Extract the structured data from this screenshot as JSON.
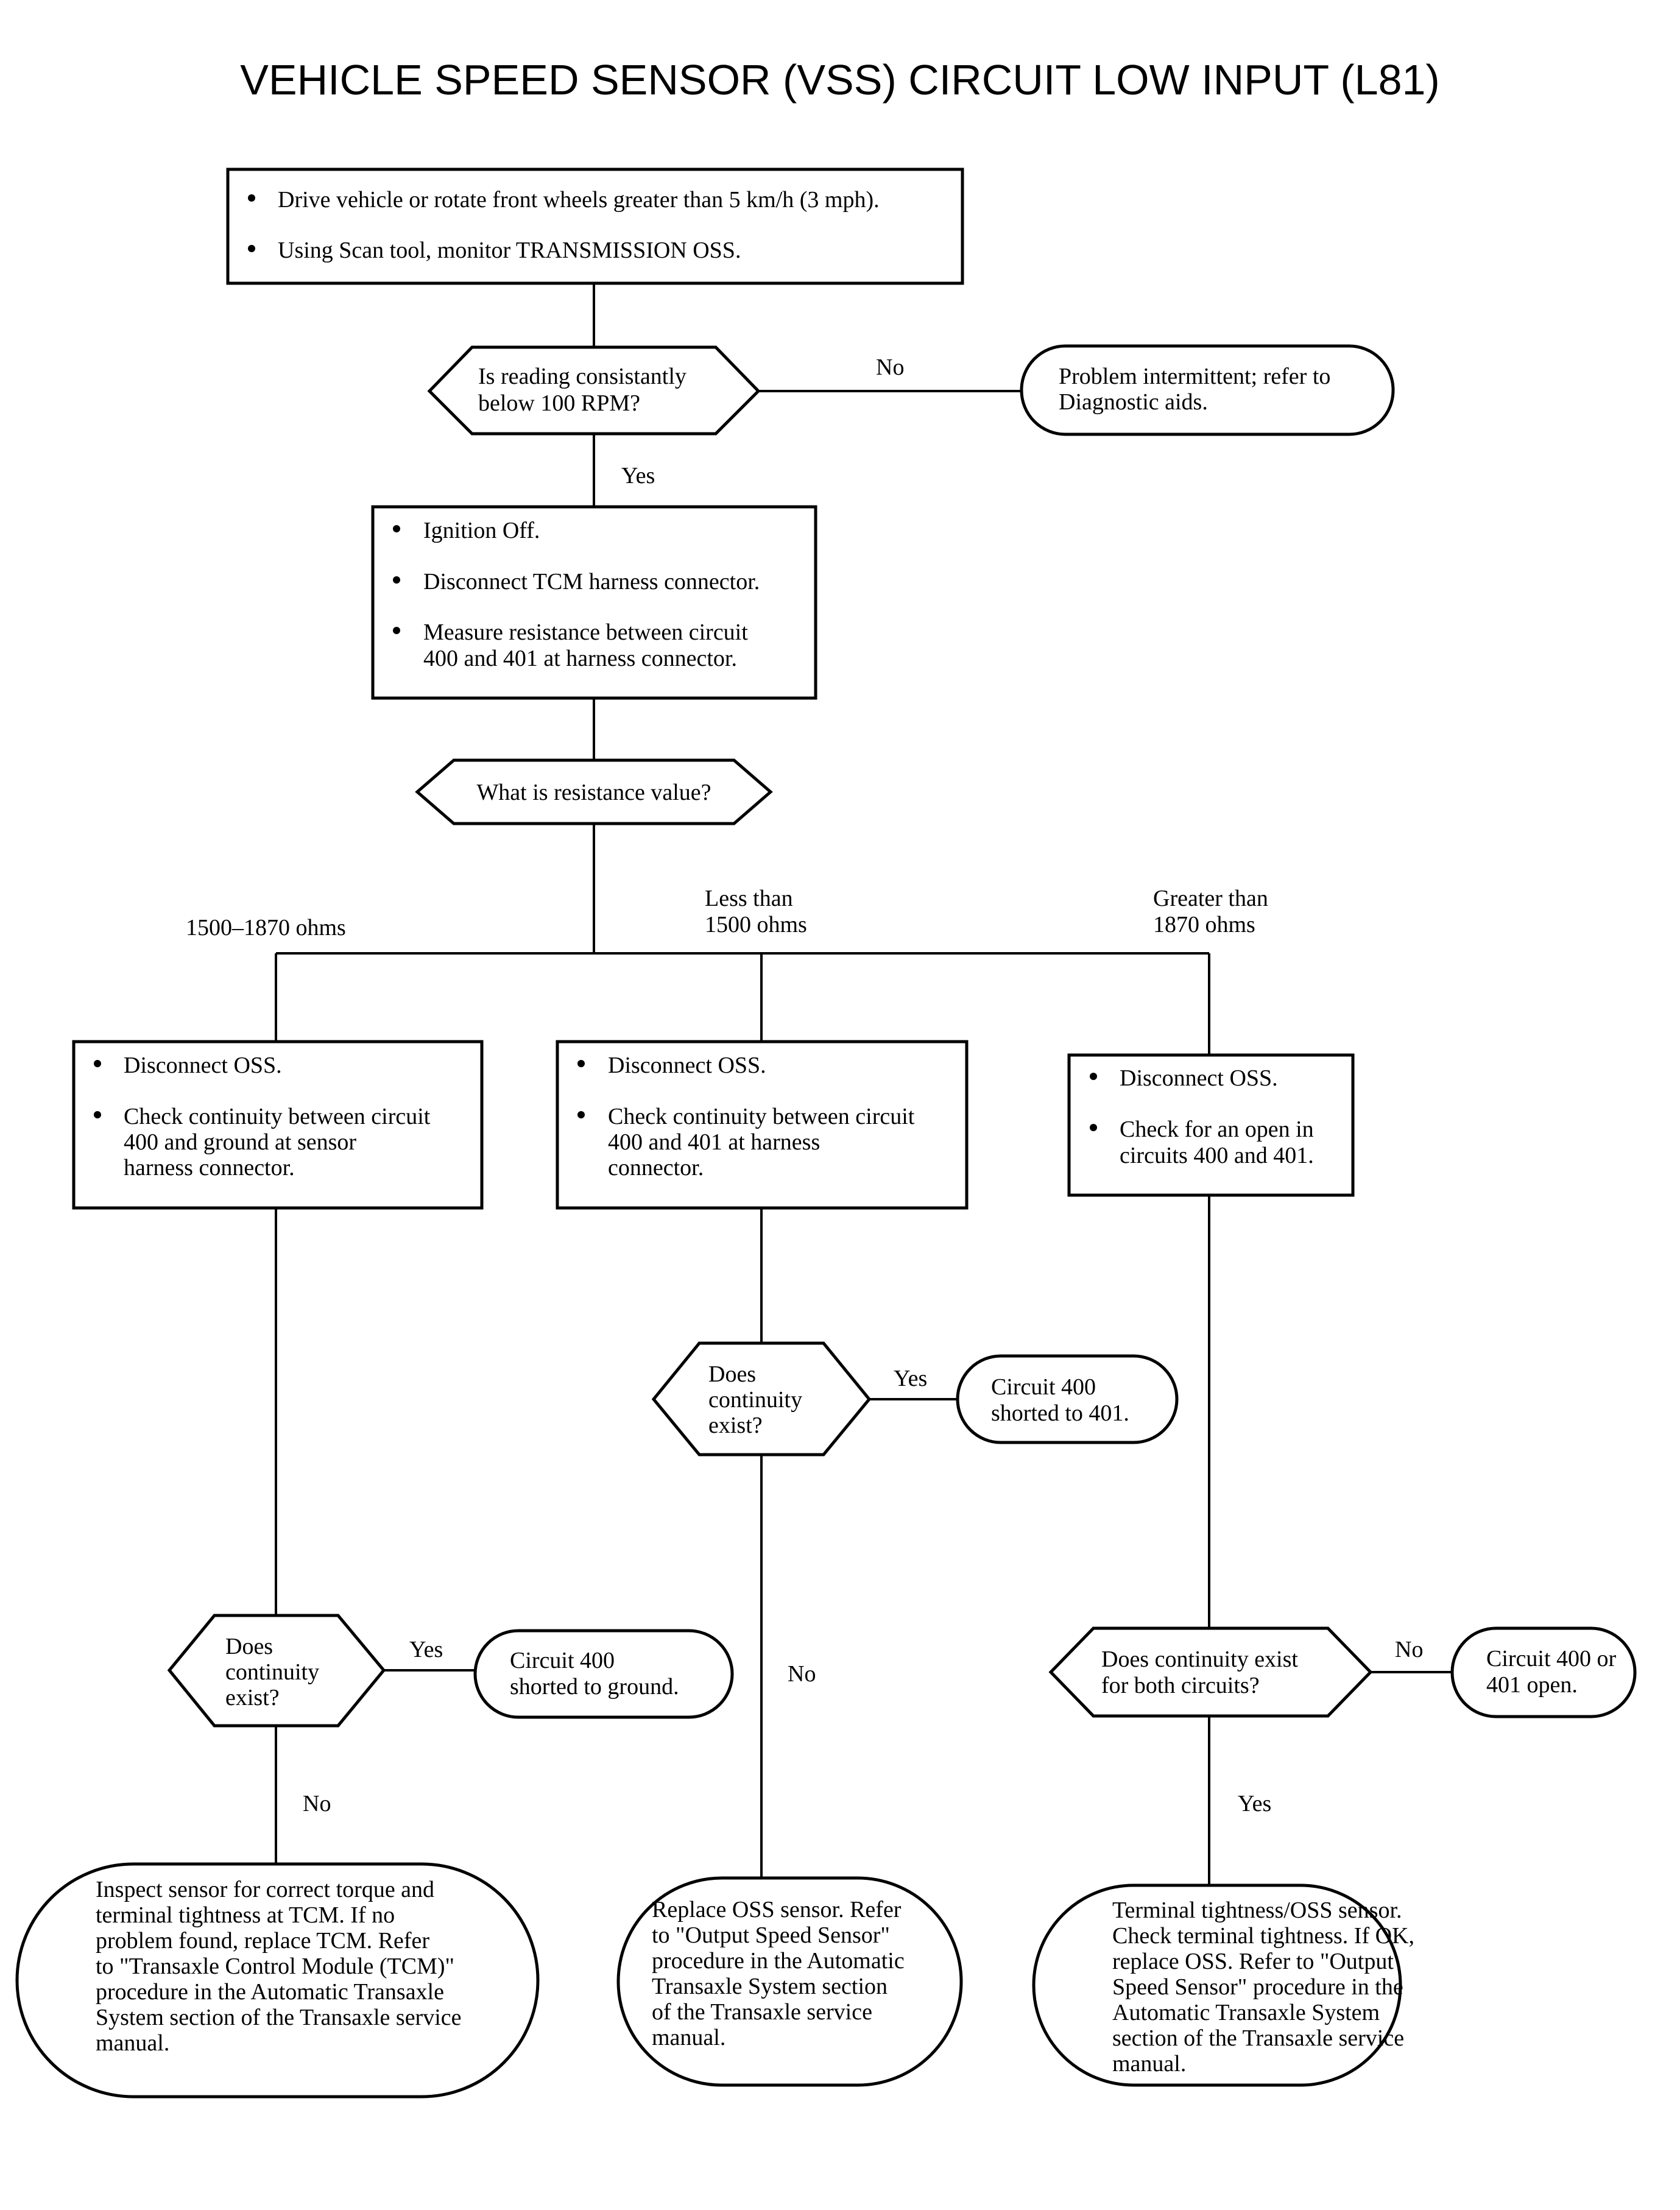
{
  "title": "VEHICLE SPEED SENSOR (VSS) CIRCUIT LOW INPUT (L81)",
  "step1": {
    "items": [
      "Drive vehicle or rotate front wheels greater than 5 km/h (3 mph).",
      "Using Scan tool, monitor TRANSMISSION OSS."
    ]
  },
  "decision1": {
    "lines": [
      "Is reading consistantly",
      "below 100 RPM?"
    ]
  },
  "decision1_no_label": "No",
  "decision1_yes_label": "Yes",
  "result_intermittent": {
    "lines": [
      "Problem intermittent; refer to",
      "Diagnostic aids."
    ]
  },
  "step2": {
    "items": [
      [
        "Ignition Off."
      ],
      [
        "Disconnect TCM harness connector."
      ],
      [
        "Measure resistance between circuit",
        "400 and 401 at harness connector."
      ]
    ]
  },
  "decision2": {
    "lines": [
      "What is resistance value?"
    ]
  },
  "branch_labels": {
    "normal": [
      "1500–1870 ohms"
    ],
    "low": [
      "Less than",
      "1500 ohms"
    ],
    "high": [
      "Greater than",
      "1870 ohms"
    ]
  },
  "step_left": {
    "items": [
      [
        "Disconnect OSS."
      ],
      [
        "Check continuity between circuit",
        "400 and ground at sensor",
        "harness connector."
      ]
    ]
  },
  "step_mid": {
    "items": [
      [
        "Disconnect OSS."
      ],
      [
        "Check continuity between circuit",
        "400 and 401 at harness",
        "connector."
      ]
    ]
  },
  "step_right": {
    "items": [
      [
        "Disconnect OSS."
      ],
      [
        "Check for an open in",
        "circuits 400 and 401."
      ]
    ]
  },
  "decision_mid": {
    "lines": [
      "Does",
      "continuity",
      "exist?"
    ]
  },
  "decision_mid_yes_label": "Yes",
  "decision_mid_no_label": "No",
  "result_mid_yes": {
    "lines": [
      "Circuit 400",
      "shorted to 401."
    ]
  },
  "decision_left": {
    "lines": [
      "Does",
      "continuity",
      "exist?"
    ]
  },
  "decision_left_yes_label": "Yes",
  "decision_left_no_label": "No",
  "result_left_yes": {
    "lines": [
      "Circuit 400",
      "shorted to ground."
    ]
  },
  "decision_right": {
    "lines": [
      "Does continuity exist",
      "for both circuits?"
    ]
  },
  "decision_right_no_label": "No",
  "decision_right_yes_label": "Yes",
  "result_right_no": {
    "lines": [
      "Circuit 400 or",
      "401 open."
    ]
  },
  "final_left": {
    "lines": [
      "Inspect sensor for correct torque and",
      "terminal tightness at TCM. If no",
      "problem found, replace TCM. Refer",
      "to \"Transaxle Control Module (TCM)\"",
      "procedure in the Automatic Transaxle",
      "System section of the Transaxle service",
      "manual."
    ]
  },
  "final_mid": {
    "lines": [
      "Replace OSS sensor. Refer",
      "to \"Output Speed Sensor\"",
      "procedure in the Automatic",
      "Transaxle System section",
      "of the Transaxle service",
      "manual."
    ]
  },
  "final_right": {
    "lines": [
      "Terminal tightness/OSS sensor.",
      "Check terminal tightness. If OK,",
      "replace OSS. Refer to \"Output",
      "Speed Sensor\" procedure in the",
      "Automatic Transaxle System",
      "section of the Transaxle service",
      "manual."
    ]
  }
}
